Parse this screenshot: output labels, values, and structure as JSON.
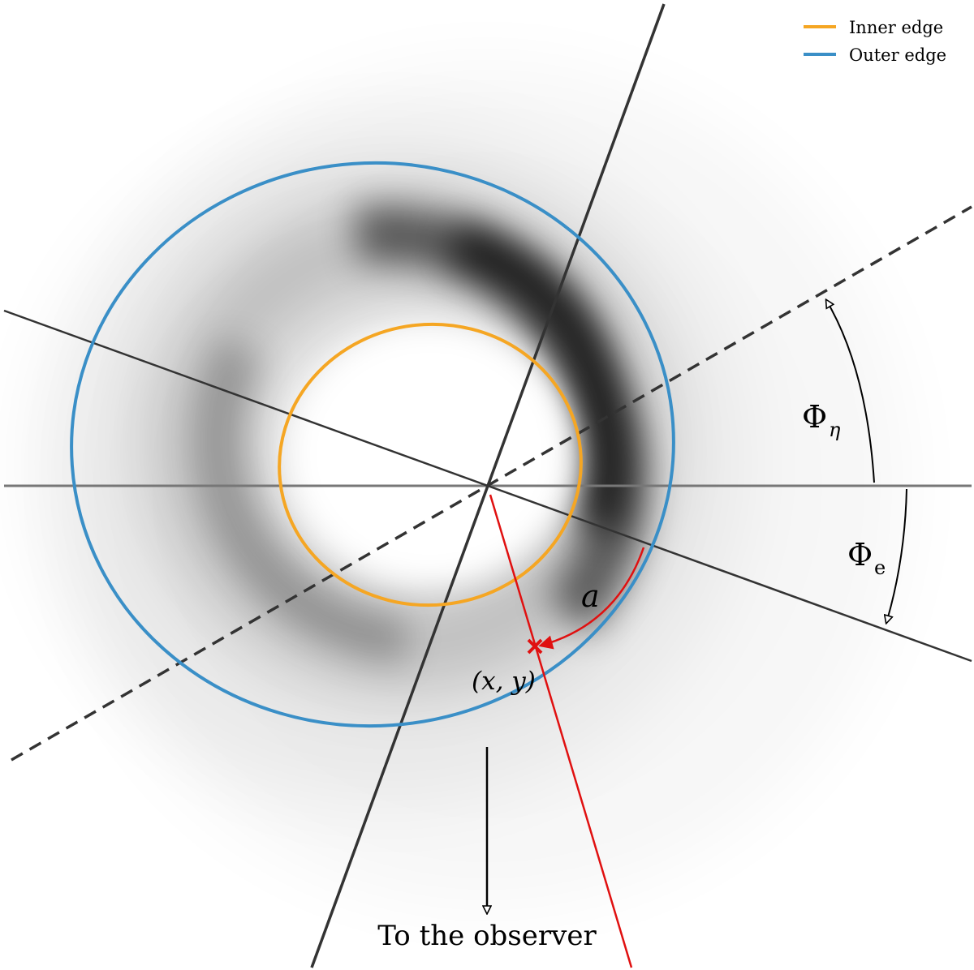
{
  "legend": {
    "inner_label": "Inner edge",
    "outer_label": "Outer edge"
  },
  "labels": {
    "phi_eta_symbol": "Φ",
    "phi_eta_sub": "η",
    "phi_e_symbol": "Φ",
    "phi_e_sub": "e",
    "arc_a": "a",
    "point_xy": "(x, y)",
    "observer": "To the observer"
  },
  "colors": {
    "inner_edge": "#f5a623",
    "outer_edge": "#3a8fc7",
    "marker": "#e01010",
    "axis_dark": "#333333",
    "axis_gray": "#777777"
  }
}
